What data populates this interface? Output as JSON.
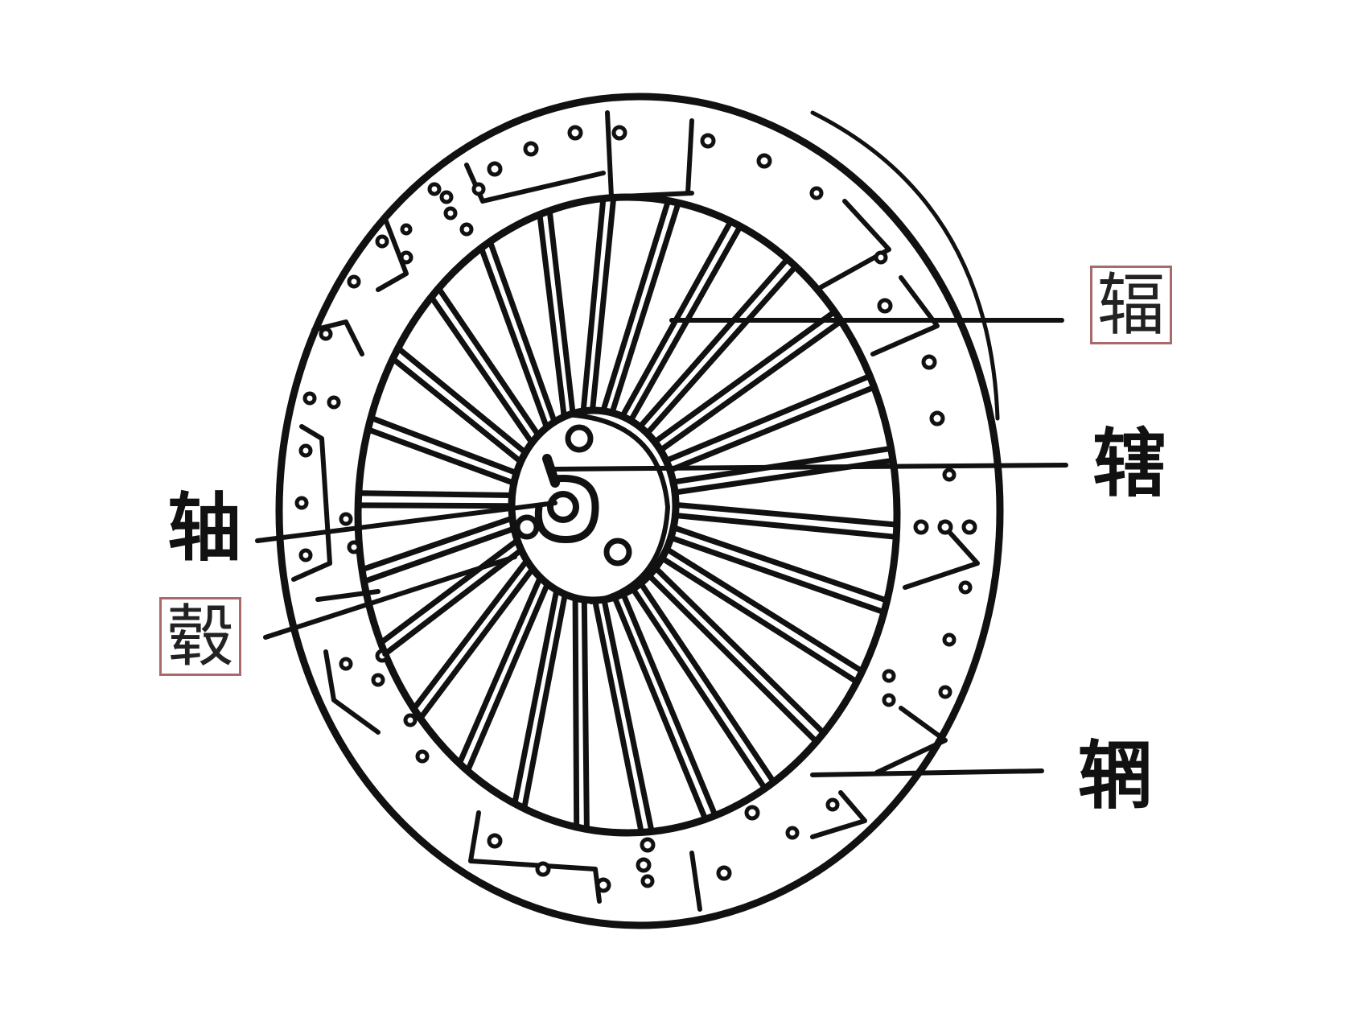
{
  "diagram": {
    "subject": "Chinese spoked chariot wheel",
    "labels": {
      "spoke": {
        "text": "辐",
        "boxed": true
      },
      "linchpin": {
        "text": "辖",
        "boxed": false
      },
      "axle": {
        "text": "轴",
        "boxed": false
      },
      "hub": {
        "text": "毂",
        "boxed": true
      },
      "rim": {
        "text": "辋",
        "boxed": false
      }
    },
    "spoke_count": 26,
    "colors": {
      "ink": "#111111",
      "background": "#ffffff",
      "label_box_border": "#a86a6a"
    }
  }
}
